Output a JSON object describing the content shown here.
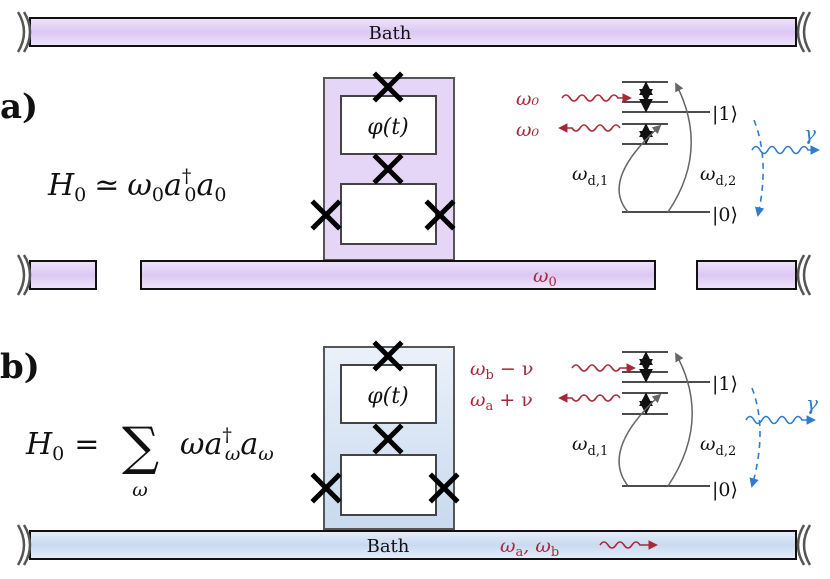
{
  "panels": {
    "a": {
      "label": "a)",
      "hamiltonian": {
        "lhs": "H",
        "lhs_sub": "0",
        "relation": "≃",
        "rhs": "ω",
        "rhs_sub": "0",
        "op": "a",
        "op_sup": "†",
        "op_sub": "0",
        "op2": "a",
        "op2_sub": "0"
      },
      "bath_label": "Bath",
      "resonator_label": "ω",
      "resonator_label_sub": "0",
      "loop_label": "φ(t)",
      "emitted_upper": "ω₀",
      "emitted_lower": "ω₀",
      "drive1": "ω",
      "drive1_sub": "d,1",
      "drive2": "ω",
      "drive2_sub": "d,2",
      "level1": "|1⟩",
      "level0": "|0⟩",
      "decay": "γ"
    },
    "b": {
      "label": "b)",
      "hamiltonian": {
        "lhs": "H",
        "lhs_sub": "0",
        "relation": "=",
        "sum": "∑",
        "sum_sub": "ω",
        "rhs": "ωa",
        "op_sup": "†",
        "op_sub": "ω",
        "op2": "a",
        "op2_sub": "ω"
      },
      "bath_label": "Bath",
      "bath_modes": "ω",
      "bath_modes_a_sub": "a",
      "bath_modes_b_sub": "b",
      "loop_label": "φ(t)",
      "emitted_upper": "ω",
      "emitted_upper_sub": "b",
      "emitted_upper_rest": " − ν",
      "emitted_lower": "ω",
      "emitted_lower_sub": "a",
      "emitted_lower_rest": " + ν",
      "drive1": "ω",
      "drive1_sub": "d,1",
      "drive2": "ω",
      "drive2_sub": "d,2",
      "level1": "|1⟩",
      "level0": "|0⟩",
      "decay": "γ"
    }
  },
  "colors": {
    "purple_fill": "#e3d3f6",
    "blue_fill": "#d4e1f3",
    "red": "#a8283a",
    "blue": "#2f7bd0",
    "black": "#111111",
    "gray": "#777777"
  }
}
